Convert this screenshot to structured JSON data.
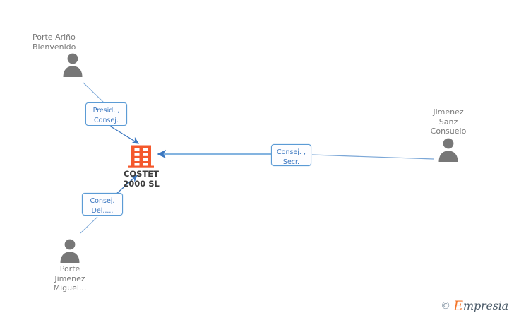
{
  "graph": {
    "company": {
      "name": "COSTET\n2000 SL",
      "icon": "building-icon",
      "color": "#f4582c"
    },
    "people": [
      {
        "id": "porte-arino-bienvenido",
        "name": "Porte Ariño\nBienvenido",
        "icon": "person-avatar-icon",
        "align": "left"
      },
      {
        "id": "jimenez-sanz-consuelo",
        "name": "Jimenez\nSanz\nConsuelo",
        "icon": "person-avatar-icon",
        "align": "center"
      },
      {
        "id": "porte-jimenez-miguel",
        "name": "Porte\nJimenez\nMiguel...",
        "icon": "person-avatar-icon",
        "align": "center"
      }
    ],
    "relations": [
      {
        "id": "presid-consej",
        "label": "Presid. ,\nConsej."
      },
      {
        "id": "consej-secr",
        "label": "Consej. ,\nSecr."
      },
      {
        "id": "consej-del",
        "label": "Consej.\nDel.,..."
      }
    ],
    "edge_color": "#5b9bd5",
    "person_color": "#777777"
  },
  "watermark": {
    "copyright": "©",
    "brand_initial": "E",
    "brand_rest": "mpresia"
  }
}
